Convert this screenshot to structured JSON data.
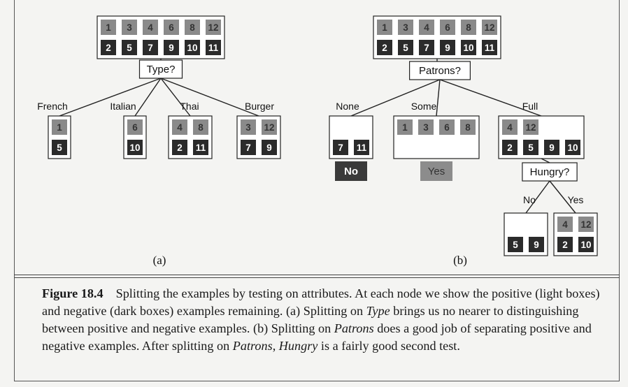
{
  "panel_a": {
    "label": "(a)",
    "root": {
      "positive": [
        "1",
        "3",
        "4",
        "6",
        "8",
        "12"
      ],
      "negative": [
        "2",
        "5",
        "7",
        "9",
        "10",
        "11"
      ],
      "test": "Type?"
    },
    "branches": [
      {
        "label": "French",
        "positive": [
          "1"
        ],
        "negative": [
          "5"
        ]
      },
      {
        "label": "Italian",
        "positive": [
          "6"
        ],
        "negative": [
          "10"
        ]
      },
      {
        "label": "Thai",
        "positive": [
          "4",
          "8"
        ],
        "negative": [
          "2",
          "11"
        ]
      },
      {
        "label": "Burger",
        "positive": [
          "3",
          "12"
        ],
        "negative": [
          "7",
          "9"
        ]
      }
    ]
  },
  "panel_b": {
    "label": "(b)",
    "root": {
      "positive": [
        "1",
        "3",
        "4",
        "6",
        "8",
        "12"
      ],
      "negative": [
        "2",
        "5",
        "7",
        "9",
        "10",
        "11"
      ],
      "test": "Patrons?"
    },
    "branches": [
      {
        "label": "None",
        "positive": [],
        "negative": [
          "7",
          "11"
        ],
        "leaf": "No"
      },
      {
        "label": "Some",
        "positive": [
          "1",
          "3",
          "6",
          "8"
        ],
        "negative": [],
        "leaf": "Yes"
      },
      {
        "label": "Full",
        "positive": [
          "4",
          "12"
        ],
        "negative": [
          "2",
          "5",
          "9",
          "10"
        ],
        "test": "Hungry?"
      }
    ],
    "hungry_branches": [
      {
        "label": "No",
        "positive": [],
        "negative": [
          "5",
          "9"
        ]
      },
      {
        "label": "Yes",
        "positive": [
          "4",
          "12"
        ],
        "negative": [
          "2",
          "10"
        ]
      }
    ]
  },
  "caption": {
    "figure": "Figure 18.4",
    "parts": [
      {
        "t": "Splitting the examples by testing on attributes. At each node we show the positive (light boxes) and negative (dark boxes) examples remaining. (a) Splitting on "
      },
      {
        "t": "Type",
        "i": true
      },
      {
        "t": " brings us no nearer to distinguishing between positive and negative examples. (b) Splitting on "
      },
      {
        "t": "Patrons",
        "i": true
      },
      {
        "t": " does a good job of separating positive and negative examples. After splitting on "
      },
      {
        "t": "Patrons",
        "i": true
      },
      {
        "t": ", "
      },
      {
        "t": "Hungry",
        "i": true
      },
      {
        "t": " is a fairly good second test."
      }
    ]
  },
  "colors": {
    "positive": "#8a8a8a",
    "negative": "#2b2b2b",
    "leaf_no": "#3a3a3a",
    "leaf_yes": "#8c8c8c",
    "line": "#222222"
  }
}
